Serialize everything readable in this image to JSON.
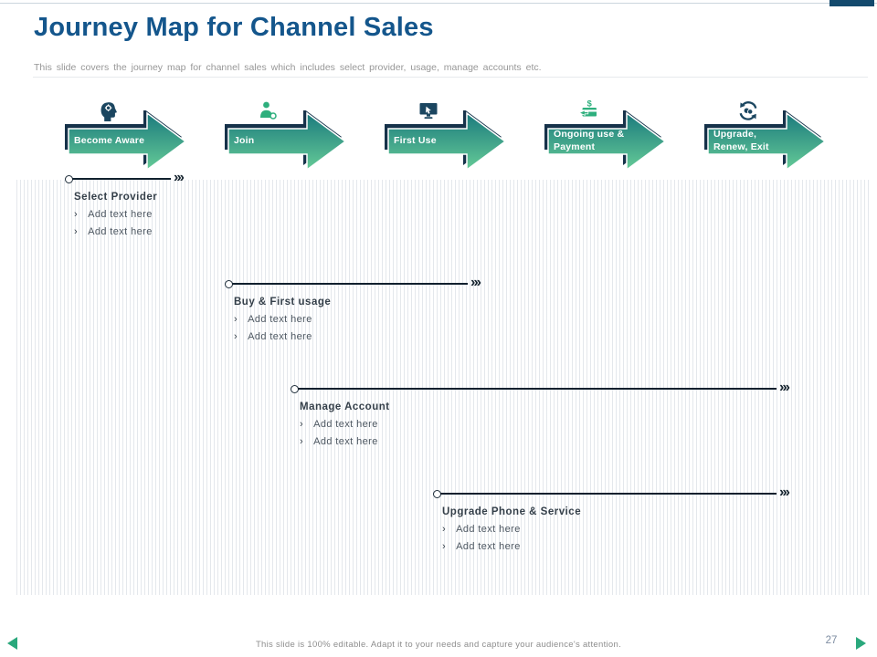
{
  "slide": {
    "title": "Journey Map for Channel Sales",
    "subtitle": "This slide covers the journey map for channel sales which includes select provider, usage, manage accounts etc."
  },
  "stages": [
    {
      "label": "Become Aware",
      "icon": "thinking-head-icon"
    },
    {
      "label": "Join",
      "icon": "add-user-icon"
    },
    {
      "label": "First Use",
      "icon": "monitor-cursor-icon"
    },
    {
      "label": "Ongoing use & Payment",
      "icon": "payment-card-icon"
    },
    {
      "label": "Upgrade, Renew, Exit",
      "icon": "renew-cycle-icon"
    }
  ],
  "rows": [
    {
      "title": "Select Provider",
      "bullets": [
        "Add text here",
        "Add text here"
      ]
    },
    {
      "title": "Buy & First usage",
      "bullets": [
        "Add text here",
        "Add text here"
      ]
    },
    {
      "title": "Manage Account",
      "bullets": [
        "Add text here",
        "Add text here"
      ]
    },
    {
      "title": "Upgrade Phone & Service",
      "bullets": [
        "Add text here",
        "Add text here"
      ]
    }
  ],
  "footer": {
    "note": "This slide is 100% editable. Adapt it to your needs and capture your audience's attention.",
    "page_number": "27"
  },
  "ui": {
    "bullet_marker": "›",
    "chevrons": "›››"
  },
  "colors": {
    "title_blue": "#14568c",
    "arrow_gradient_top": "#1b7a7d",
    "arrow_gradient_bottom": "#65cb97",
    "arrow_shadow_navy": "#16324a",
    "icon_navy": "#1b4660",
    "icon_green": "#2eaf7d",
    "nav_teal": "#2aa87c",
    "timeline_dark": "#10202e",
    "top_bar_navy": "#134a6d"
  }
}
